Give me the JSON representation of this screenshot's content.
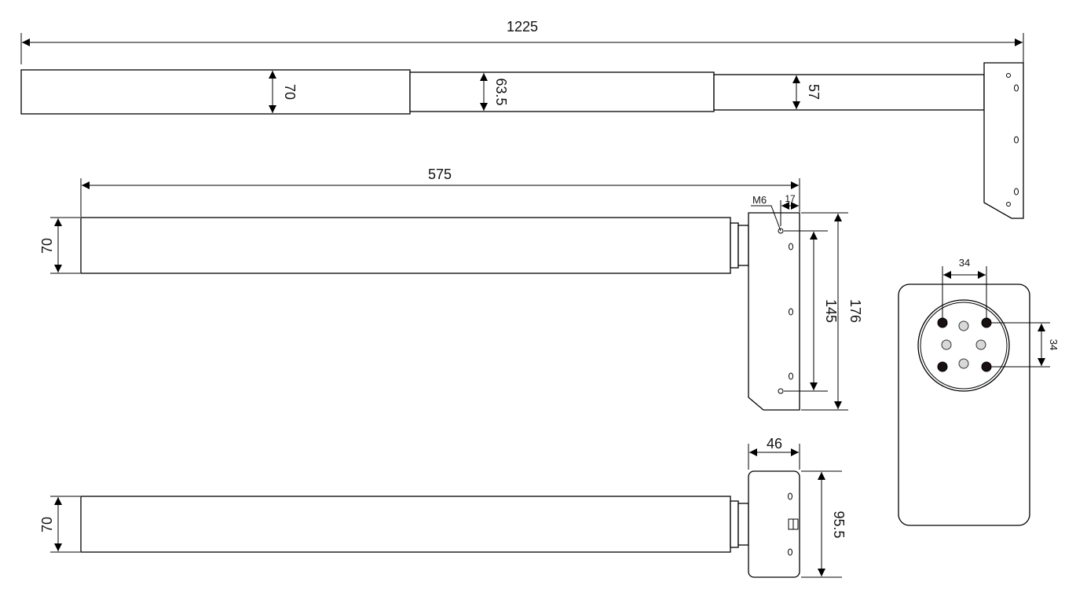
{
  "dimensions": {
    "overall_length": "1225",
    "stage1_height": "70",
    "stage2_height": "63.5",
    "stage3_height": "57",
    "retracted_length": "575",
    "side_height": "70",
    "thread_label": "M6",
    "hole_offset": "17",
    "hole_spacing": "145",
    "bracket_height": "176",
    "housing_depth": "46",
    "bottom_height": "70",
    "housing_height": "95.5",
    "pin_spacing_horizontal": "34",
    "pin_spacing_vertical": "34"
  },
  "colors": {
    "line": "#000000",
    "pin_dark": "#1a1010",
    "pin_light": "#d8d8d8"
  }
}
